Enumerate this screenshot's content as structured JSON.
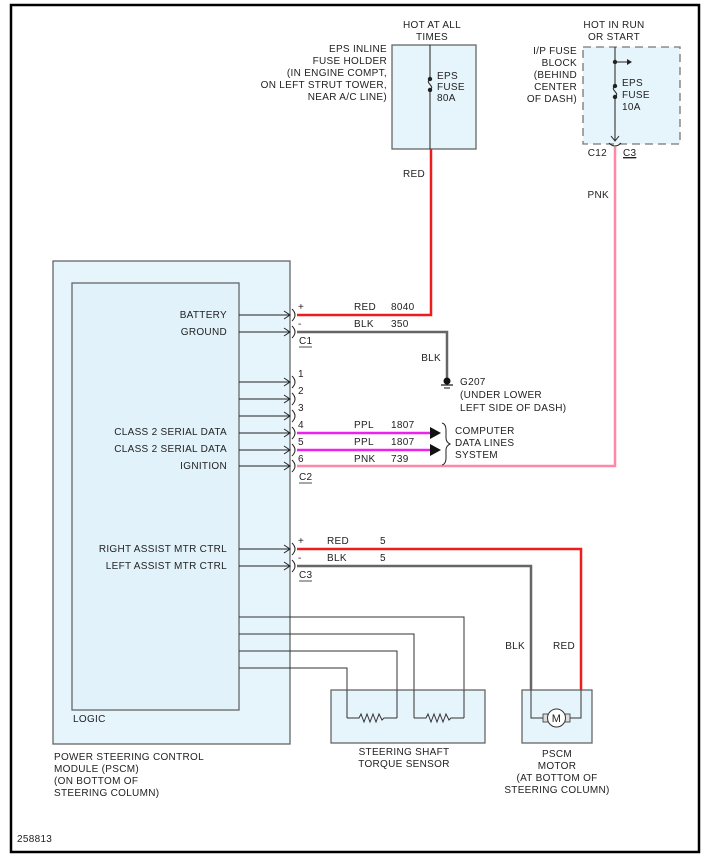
{
  "diagram": {
    "figure_id": "258813",
    "colors": {
      "red_wire": "#ee1c1c",
      "black_wire": "#666666",
      "purple_wire": "#ee22ee",
      "pink_wire": "#ff88aa",
      "module_fill": "#e6f4fb",
      "box_stroke": "#666666"
    },
    "power_sources": {
      "hot_at_all_times": [
        "HOT AT ALL",
        "TIMES"
      ],
      "hot_in_run": [
        "HOT IN RUN",
        "OR START"
      ]
    },
    "inline_fuse": {
      "location_lines": [
        "EPS INLINE",
        "FUSE HOLDER",
        "(IN ENGINE COMPT,",
        "ON LEFT STRUT TOWER,",
        "NEAR A/C LINE)"
      ],
      "fuse_lines": [
        "EPS",
        "FUSE",
        "80A"
      ]
    },
    "ip_fuse_block": {
      "location_lines": [
        "I/P FUSE",
        "BLOCK",
        "(BEHIND",
        "CENTER",
        "OF DASH)"
      ],
      "fuse_lines": [
        "EPS",
        "FUSE",
        "10A"
      ],
      "connector_left": "C12",
      "connector_right": "C3"
    },
    "wire_labels": {
      "feed_red": "RED",
      "feed_pnk": "PNK",
      "ground_blk": "BLK",
      "motor_blk": "BLK",
      "motor_red": "RED"
    },
    "pscm": {
      "title_lines": [
        "POWER STEERING CONTROL",
        "MODULE (PSCM)",
        "(ON BOTTOM OF",
        "STEERING COLUMN)"
      ],
      "logic_label": "LOGIC",
      "pins": {
        "battery": "BATTERY",
        "ground": "GROUND",
        "class2_a": "CLASS 2 SERIAL DATA",
        "class2_b": "CLASS 2 SERIAL DATA",
        "ignition": "IGNITION",
        "right_mtr": "RIGHT ASSIST MTR CTRL",
        "left_mtr": "LEFT ASSIST MTR CTRL"
      }
    },
    "connector_c1": {
      "name": "C1",
      "rows": [
        {
          "pin": "+",
          "color": "RED",
          "circuit": "8040"
        },
        {
          "pin": "-",
          "color": "BLK",
          "circuit": "350"
        }
      ]
    },
    "connector_c2": {
      "name": "C2",
      "rows": [
        {
          "pin": "1",
          "color": "",
          "circuit": ""
        },
        {
          "pin": "2",
          "color": "",
          "circuit": ""
        },
        {
          "pin": "3",
          "color": "",
          "circuit": ""
        },
        {
          "pin": "4",
          "color": "PPL",
          "circuit": "1807"
        },
        {
          "pin": "5",
          "color": "PPL",
          "circuit": "1807"
        },
        {
          "pin": "6",
          "color": "PNK",
          "circuit": "739"
        }
      ]
    },
    "connector_c3": {
      "name": "C3",
      "rows": [
        {
          "pin": "+",
          "color": "RED",
          "circuit": "5"
        },
        {
          "pin": "-",
          "color": "BLK",
          "circuit": "5"
        }
      ]
    },
    "ground": {
      "name": "G207",
      "location_lines": [
        "(UNDER LOWER",
        "LEFT SIDE OF DASH)"
      ]
    },
    "data_lines": [
      "COMPUTER",
      "DATA LINES",
      "SYSTEM"
    ],
    "torque_sensor": {
      "label_lines": [
        "STEERING SHAFT",
        "TORQUE SENSOR"
      ]
    },
    "motor": {
      "symbol": "M",
      "label_lines": [
        "PSCM",
        "MOTOR",
        "(AT BOTTOM OF",
        "STEERING COLUMN)"
      ]
    }
  }
}
